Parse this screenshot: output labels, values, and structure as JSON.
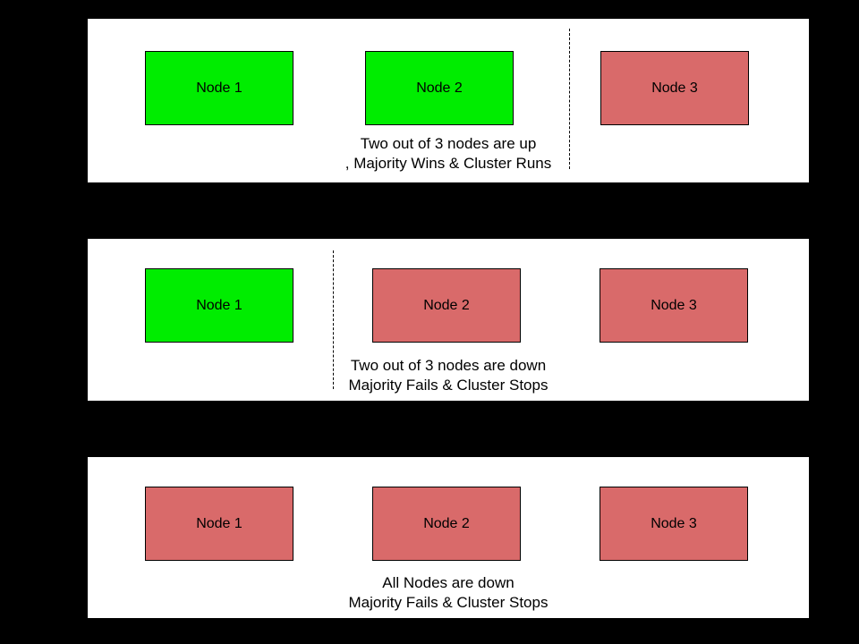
{
  "colors": {
    "canvas_background": "#000000",
    "panel_background": "#ffffff",
    "node_up_fill": "#00ed00",
    "node_down_fill": "#d96a6a",
    "border_color": "#000000",
    "text_color": "#000000"
  },
  "panels": [
    {
      "name": "two-nodes-up",
      "nodes": [
        {
          "label": "Node 1",
          "status": "up"
        },
        {
          "label": "Node 2",
          "status": "up"
        },
        {
          "label": "Node 3",
          "status": "down"
        }
      ],
      "divider": {
        "present": true,
        "position": "between Node 2 and Node 3"
      },
      "caption": {
        "line1": "Two out of 3 nodes are up",
        "line2": ", Majority Wins & Cluster Runs"
      }
    },
    {
      "name": "two-nodes-down",
      "nodes": [
        {
          "label": "Node 1",
          "status": "up"
        },
        {
          "label": "Node 2",
          "status": "down"
        },
        {
          "label": "Node 3",
          "status": "down"
        }
      ],
      "divider": {
        "present": true,
        "position": "between Node 1 and Node 2"
      },
      "caption": {
        "line1": "Two out of 3 nodes are down",
        "line2": "Majority Fails & Cluster Stops"
      }
    },
    {
      "name": "all-nodes-down",
      "nodes": [
        {
          "label": "Node 1",
          "status": "down"
        },
        {
          "label": "Node 2",
          "status": "down"
        },
        {
          "label": "Node 3",
          "status": "down"
        }
      ],
      "divider": {
        "present": false,
        "position": ""
      },
      "caption": {
        "line1": "All Nodes are down",
        "line2": "Majority Fails & Cluster Stops"
      }
    }
  ]
}
